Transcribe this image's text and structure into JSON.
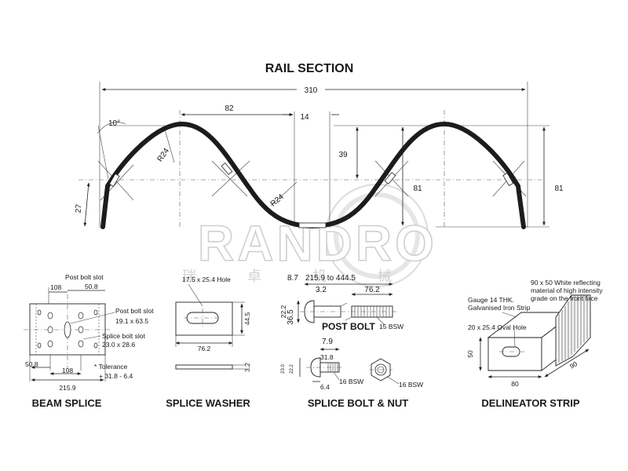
{
  "title": "RAIL SECTION",
  "watermark": {
    "text": "RANDRO",
    "chinese": "瑞 卓 机 械"
  },
  "rail_section": {
    "overall_width": "310",
    "crown_offset": "82",
    "center_gap": "14",
    "angle": "10°",
    "radius_left": "R24",
    "radius_center": "R24",
    "height_left": "27",
    "height_39": "39",
    "height_81_inner": "81",
    "height_81_outer": "81"
  },
  "beam_splice": {
    "caption": "BEAM SPLICE",
    "post_bolt_slot_top": "Post bolt slot",
    "dim_108_top": "108",
    "dim_50_8_top": "50.8",
    "post_bolt_slot_label": "Post bolt slot",
    "post_bolt_slot_size": "19.1 x 63.5",
    "splice_bolt_slot_label": "Splice bolt slot",
    "splice_bolt_slot_size": "23.0 x 28.6",
    "tolerance_label": "* Tolerance",
    "tolerance_value": "+ 31.8 - 6.4",
    "dim_50_8_bottom": "50.8",
    "dim_108_bottom": "108",
    "dim_215_9": "215.9"
  },
  "splice_washer": {
    "caption": "SPLICE WASHER",
    "hole_label": "17.5 x 25.4 Hole",
    "dim_width": "76.2",
    "dim_height": "44.5",
    "dim_thickness": "3.2"
  },
  "post_bolt": {
    "label": "POST BOLT",
    "dim_8_7": "8.7",
    "length_range": "215.9 to 444.5",
    "dim_3_2": "3.2",
    "dim_76_2": "76.2",
    "dim_36_5": "36.5",
    "dim_22_2": "22.2",
    "thread": "15 BSW"
  },
  "splice_bolt_nut": {
    "caption": "SPLICE BOLT & NUT",
    "dim_7_9": "7.9",
    "dim_31_8": "31.8",
    "bolt_thread": "16 BSW",
    "nut_thread": "16 BSW",
    "dim_6_4": "6.4",
    "small_a": "22.2",
    "small_b": "23.0"
  },
  "delineator_strip": {
    "caption": "DELINEATOR STRIP",
    "material_note": "90 x 50 White reflecting material of high intensity grade on the front face",
    "gauge_line1": "Gauge 14 THK.",
    "gauge_line2": "Galvanised Iron Strip",
    "hole": "20 x 25.4 Oval Hole",
    "dim_50": "50",
    "dim_80": "80",
    "dim_90": "90"
  }
}
